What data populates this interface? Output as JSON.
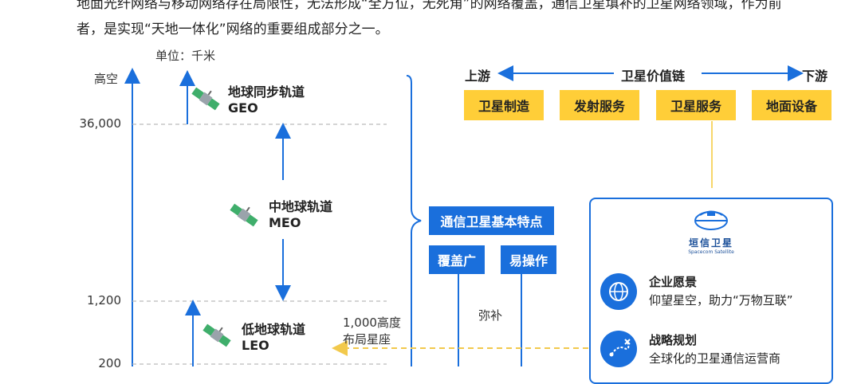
{
  "paragraph": {
    "line1": "地面光纤网络与移动网络存在局限性，无法形成“全方位，无死角”的网络覆盖，通信卫星填补的卫星网络领域，作为前",
    "line2": "者，是实现“天地一体化”网络的重要组成部分之一。"
  },
  "axis": {
    "unit_label": "单位：千米",
    "top_label": "高空",
    "ticks": [
      "36,000",
      "1,200",
      "200"
    ]
  },
  "orbits": {
    "geo": {
      "name": "地球同步轨道",
      "code": "GEO"
    },
    "meo": {
      "name": "中地球轨道",
      "code": "MEO"
    },
    "leo": {
      "name": "低地球轨道",
      "code": "LEO"
    }
  },
  "characteristics": {
    "title": "通信卫星基本特点",
    "items": [
      "覆盖广",
      "易操作"
    ],
    "complement_label": "弥补"
  },
  "leo_note": {
    "line1": "1,000高度",
    "line2": "布局星座"
  },
  "value_chain": {
    "upstream": "上游",
    "title": "卫星价值链",
    "downstream": "下游",
    "stages": [
      "卫星制造",
      "发射服务",
      "卫星服务",
      "地面设备"
    ]
  },
  "company": {
    "name_cn": "垣信卫星",
    "name_en": "Spacecom Satellite",
    "features": [
      {
        "title": "企业愿景",
        "text": "仰望星空，助力“万物互联”",
        "icon": "globe-icon"
      },
      {
        "title": "战略规划",
        "text": "全球化的卫星通信运营商",
        "icon": "route-icon"
      }
    ]
  },
  "colors": {
    "blue": "#1a6fdc",
    "yellow": "#ffce38",
    "dashed": "#f2c94c",
    "grid": "#bbbbbb"
  }
}
